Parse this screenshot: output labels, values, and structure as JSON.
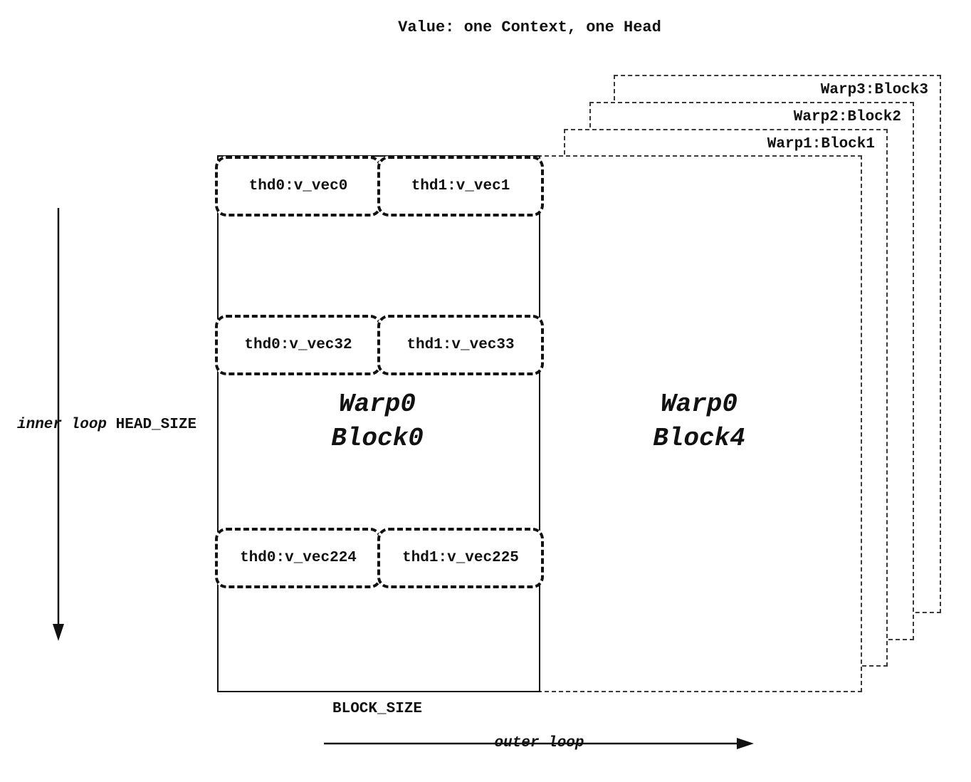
{
  "title": "Value: one Context, one Head",
  "background_blocks": [
    {
      "label": "Warp3:Block3"
    },
    {
      "label": "Warp2:Block2"
    },
    {
      "label": "Warp1:Block1"
    }
  ],
  "block4": {
    "line1": "Warp0",
    "line2": "Block4"
  },
  "block0": {
    "line1": "Warp0",
    "line2": "Block0",
    "rows": [
      {
        "left": "thd0:v_vec0",
        "right": "thd1:v_vec1"
      },
      {
        "left": "thd0:v_vec32",
        "right": "thd1:v_vec33"
      },
      {
        "left": "thd0:v_vec224",
        "right": "thd1:v_vec225"
      }
    ]
  },
  "annotations": {
    "inner_loop": "inner loop",
    "head_size": "HEAD_SIZE",
    "block_size": "BLOCK_SIZE",
    "outer_loop": "outer loop"
  },
  "colors": {
    "line": "#111111",
    "background": "#ffffff"
  }
}
